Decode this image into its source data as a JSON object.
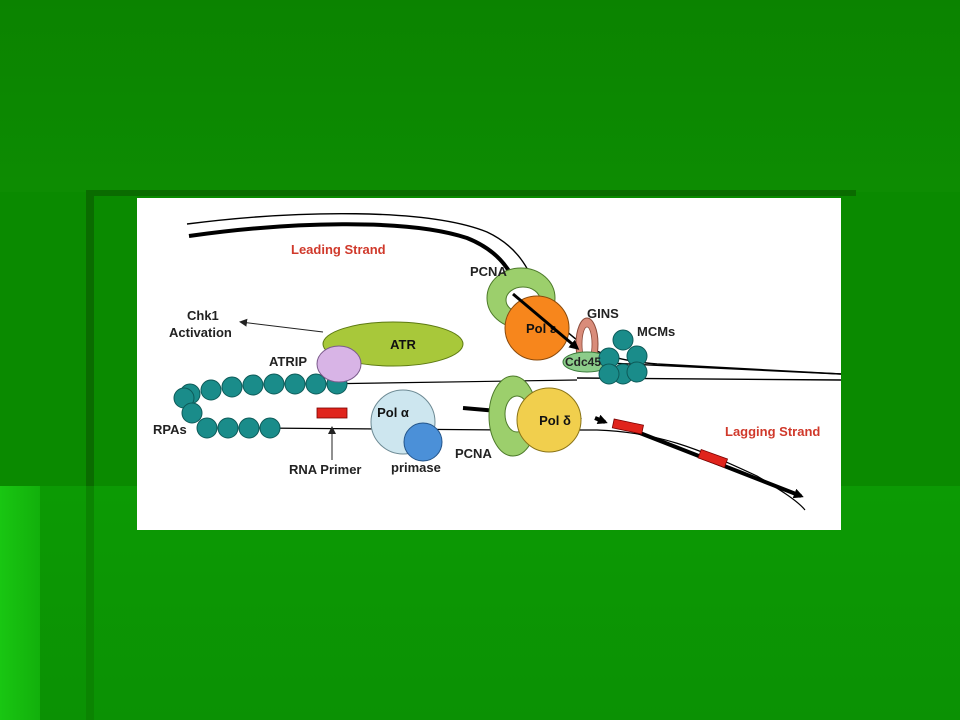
{
  "diagram": {
    "labels": {
      "leading_strand": "Leading Strand",
      "lagging_strand": "Lagging Strand",
      "pcna_top": "PCNA",
      "pcna_bottom": "PCNA",
      "pol_epsilon": "Pol ε",
      "pol_delta": "Pol δ",
      "pol_alpha": "Pol α",
      "primase": "primase",
      "gins": "GINS",
      "mcms": "MCMs",
      "cdc45": "Cdc45",
      "atr": "ATR",
      "atrip": "ATRIP",
      "chk1_line1": "Chk1",
      "chk1_line2": "Activation",
      "rpas": "RPAs",
      "rna_primer": "RNA Primer"
    },
    "colors": {
      "strand_label": "#d0392b",
      "atr": "#a8c83a",
      "atrip": "#d8b4e6",
      "pcna": "#9ccf6c",
      "pol_epsilon": "#f7861c",
      "pol_delta": "#f1cf4d",
      "pol_alpha": "#cde6ef",
      "primase": "#4b90d8",
      "gins": "#d98c7a",
      "cdc45": "#8ccc8a",
      "mcm_rpa": "#1a8c8a",
      "primer": "#e0241c"
    }
  }
}
